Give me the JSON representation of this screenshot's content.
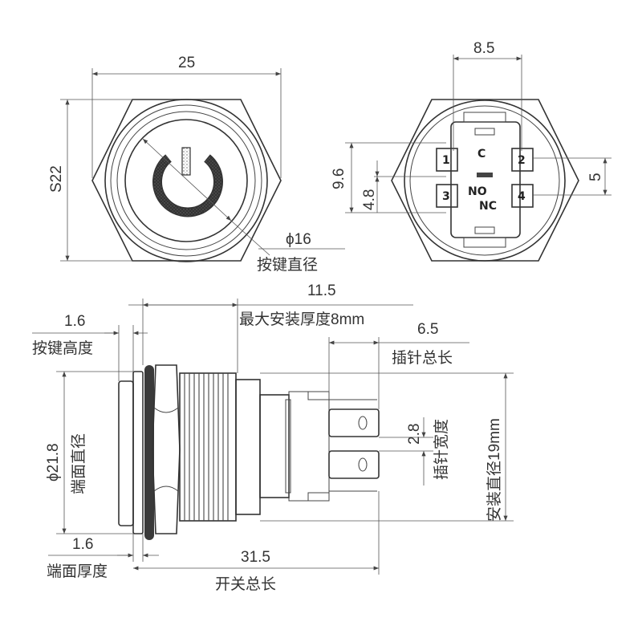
{
  "front_view": {
    "width_dim": "25",
    "hex_dim": "S22",
    "button_dia": "ϕ16",
    "button_dia_label": "按键直径"
  },
  "rear_view": {
    "pin_spacing_top": "8.5",
    "dim_9_6": "9.6",
    "dim_4_8": "4.8",
    "dim_5": "5",
    "pins": [
      "1",
      "2",
      "3",
      "4"
    ],
    "no_label": "NO",
    "nc_label": "NC",
    "common_symbol": "C"
  },
  "side_view": {
    "dim_11_5": "11.5",
    "max_thickness": "最大安装厚度8mm",
    "dim_6_5": "6.5",
    "pin_length": "插针总长",
    "button_height_val": "1.6",
    "button_height": "按键高度",
    "face_dia_val": "ϕ21.8",
    "face_dia": "端面直径",
    "dim_2_8": "2.8",
    "pin_width": "插针宽度",
    "install_dia": "安装直径19mm",
    "face_thickness_val": "1.6",
    "face_thickness": "端面厚度",
    "total_length_val": "31.5",
    "total_length": "开关总长"
  }
}
